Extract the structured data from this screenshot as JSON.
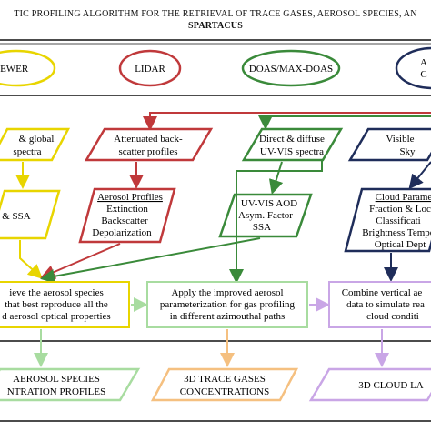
{
  "title": {
    "line1": "TIC PROFILING ALGORITHM FOR THE RETRIEVAL OF TRACE GASES, AEROSOL SPECIES, AN",
    "line2": "SPARTACUS"
  },
  "instruments": {
    "brewer": "REWER",
    "lidar": "LIDAR",
    "doas": "DOAS/MAX-DOAS",
    "fourth_line1": "A",
    "fourth_line2": "C"
  },
  "inputs": {
    "spectra": [
      "& global",
      "spectra"
    ],
    "attenuated": [
      "Attenuated back-",
      "scatter profiles"
    ],
    "direct": [
      "Direct & diffuse",
      "UV-VIS spectra"
    ],
    "visible": [
      "Visible",
      "Sky"
    ]
  },
  "retrievals": {
    "ssa": "& SSA",
    "aerosol_profiles": [
      "Aerosol Profiles",
      "Extinction",
      "Backscatter",
      "Depolarization"
    ],
    "uvvis": [
      "UV-VIS AOD",
      "Asym. Factor",
      "SSA"
    ],
    "cloud": [
      "Cloud Parame",
      "Fraction & Loc",
      "Classificati",
      "Brightness Tempe",
      "Optical Dept"
    ]
  },
  "processing": {
    "retrieve": [
      "ieve the aerosol species",
      "that best reproduce all the",
      "d aerosol optical properties"
    ],
    "apply": [
      "Apply the improved aerosol",
      "parameterization for gas profiling",
      "in different azimouthal paths"
    ],
    "combine": [
      "Combine vertical ae",
      "data to simulate rea",
      "cloud conditi"
    ]
  },
  "outputs": {
    "aerosol": [
      "AEROSOL SPECIES",
      "NTRATION PROFILES"
    ],
    "gases": [
      "3D TRACE GASES",
      "CONCENTRATIONS"
    ],
    "cloud": [
      "3D CLOUD LA"
    ]
  },
  "colors": {
    "yellow": "#e8d500",
    "red": "#c0393b",
    "green": "#3a8a3a",
    "darkblue": "#1f2d5a",
    "lightgreen": "#a8dca0",
    "orange": "#f5c080",
    "purple": "#c9a6e6"
  }
}
